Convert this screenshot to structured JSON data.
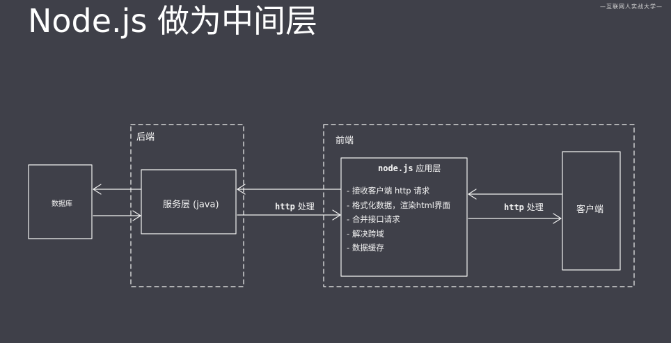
{
  "header": {
    "title": "Node.js 做为中间层",
    "watermark": "—互联网人实战大学—"
  },
  "diagram": {
    "backend_region": {
      "label": "后端"
    },
    "frontend_region": {
      "label": "前端"
    },
    "database": {
      "label": "数据库"
    },
    "service_layer": {
      "label": "服务层 (java)"
    },
    "node_layer": {
      "title_code": "node.js",
      "title_text": "应用层",
      "features": [
        "接收客户端 http 请求",
        "格式化数据，渲染html界面",
        "合并接口请求",
        "解决跨域",
        "数据缓存"
      ]
    },
    "client": {
      "label": "客户端"
    },
    "links": {
      "service_to_node": {
        "code": "http",
        "text": "处理"
      },
      "node_to_client": {
        "code": "http",
        "text": "处理"
      }
    }
  },
  "colors": {
    "background": "#3f4049",
    "stroke": "#f2f2f2"
  }
}
